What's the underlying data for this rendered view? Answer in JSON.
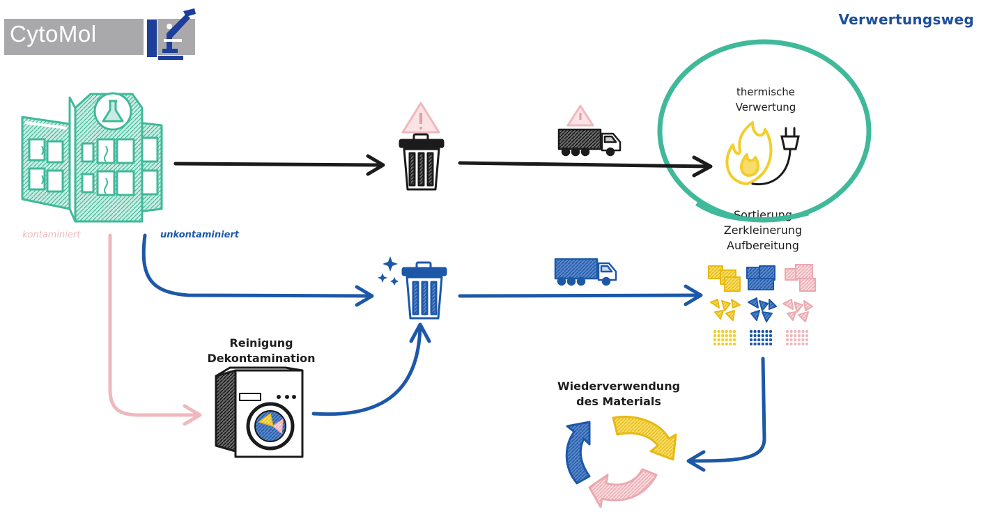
{
  "logo": {
    "text": "CytoMol",
    "icon": "microscope-icon"
  },
  "title": "Verwertungsweg",
  "labels": {
    "contaminated": "kontaminiert",
    "uncontaminated": "unkontaminiert",
    "thermal": [
      "thermische",
      "Verwertung"
    ],
    "sorting": [
      "Sortierung",
      "Zerkleinerung",
      "Aufbereitung"
    ],
    "cleaning": [
      "Reinigung",
      "Dekontamination"
    ],
    "reuse": [
      "Wiederverwendung",
      "des Materials"
    ]
  },
  "icons": [
    "lab-building-icon",
    "warning-triangle-icon",
    "trash-bin-icon",
    "truck-icon",
    "flame-icon",
    "power-plug-icon",
    "washing-machine-icon",
    "recycle-arrows-icon",
    "sparkle-icon",
    "material-pieces-icon"
  ],
  "colors": {
    "green": "#3fb99a",
    "blue": "#1d58a8",
    "pink": "#efb8bd",
    "yellow": "#f2cd2c",
    "black": "#1b1b1b",
    "title_blue": "#1d4f9a",
    "logo_gray": "#a9a9ab"
  }
}
